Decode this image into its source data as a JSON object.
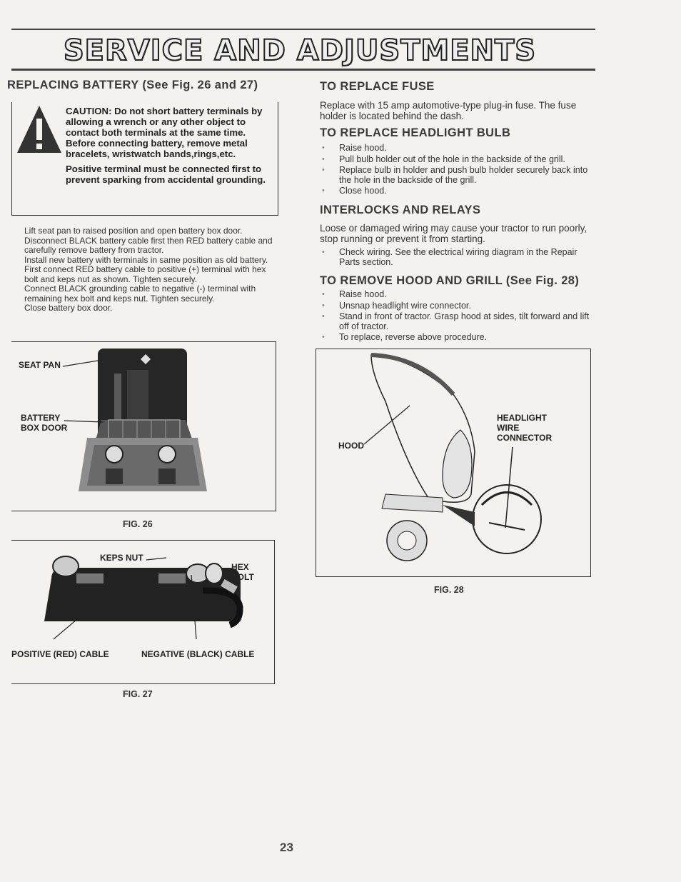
{
  "header": {
    "title": "SERVICE AND ADJUSTMENTS"
  },
  "left": {
    "heading": "REPLACING BATTERY (See Fig. 26 and 27)",
    "caution": {
      "text1": "CAUTION: Do not short battery terminals by allowing a wrench or any other object to contact both terminals at the same time. Before connecting battery, remove metal bracelets, wristwatch bands,rings,etc.",
      "text2": "Positive terminal must be connected first to prevent sparking from accidental grounding."
    },
    "steps": [
      "Lift seat pan to raised position and open battery box door.",
      "Disconnect BLACK battery cable first then RED battery cable and carefully remove battery from tractor.",
      "Install new battery with terminals in same position as old battery.",
      "First connect RED battery cable to positive (+) terminal with hex bolt and keps nut as shown. Tighten securely.",
      "Connect BLACK grounding cable to negative (-) terminal with remaining hex bolt and keps nut. Tighten securely.",
      "Close battery box door."
    ],
    "fig26": {
      "label_seat_pan": "SEAT PAN",
      "label_battery_1": "BATTERY",
      "label_battery_2": "BOX DOOR",
      "caption": "FIG. 26"
    },
    "fig27": {
      "label_keps_nut": "KEPS NUT",
      "label_hex_1": "HEX",
      "label_hex_2": "BOLT",
      "label_positive": "POSITIVE (RED) CABLE",
      "label_negative": "NEGATIVE (BLACK) CABLE",
      "caption": "FIG. 27"
    }
  },
  "right": {
    "fuse": {
      "heading": "TO REPLACE FUSE",
      "text": "Replace with 15 amp automotive-type plug-in fuse. The fuse holder is located behind the dash."
    },
    "headlight": {
      "heading": "TO REPLACE HEADLIGHT BULB",
      "steps": [
        "Raise hood.",
        "Pull bulb holder out of the hole in the backside of the grill.",
        "Replace bulb in holder and push bulb holder securely back into the hole in the backside of the grill.",
        "Close hood."
      ]
    },
    "interlocks": {
      "heading": "INTERLOCKS AND RELAYS",
      "text": "Loose or damaged wiring may cause your tractor to run poorly, stop running or prevent it from starting.",
      "steps": [
        "Check wiring. See the electrical wiring diagram in the Repair Parts section."
      ]
    },
    "hood": {
      "heading": "TO REMOVE HOOD AND GRILL (See Fig. 28)",
      "steps": [
        "Raise hood.",
        "Unsnap headlight wire connector.",
        "Stand in front of tractor. Grasp hood at sides, tilt forward and lift off of tractor.",
        "To replace, reverse above procedure."
      ]
    },
    "fig28": {
      "label_hood": "HOOD",
      "label_hw_1": "HEADLIGHT",
      "label_hw_2": "WIRE",
      "label_hw_3": "CONNECTOR",
      "caption": "FIG. 28"
    }
  },
  "footer": {
    "page_number": "23"
  }
}
